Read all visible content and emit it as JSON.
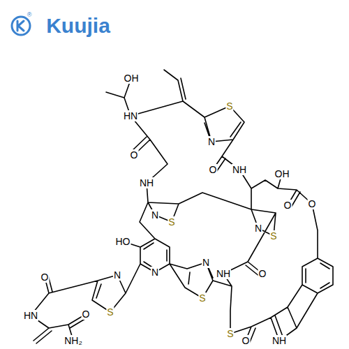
{
  "diagram": {
    "labels": [
      "Kuujia",
      "®",
      "OH",
      "HN",
      "S",
      "N",
      "O",
      "O",
      "NH",
      "OH",
      "NH",
      "O",
      "O",
      "N",
      "S",
      "N",
      "S",
      "HO",
      "N",
      "O",
      "N",
      "NH",
      "O",
      "N",
      "S",
      "S",
      "HN",
      "O",
      "S",
      "NH₂",
      "O",
      "NH"
    ]
  }
}
